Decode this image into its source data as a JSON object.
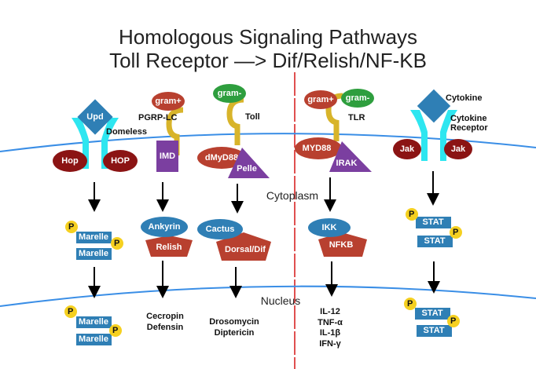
{
  "title": {
    "line1": "Homologous Signaling Pathways",
    "line2": "Toll Receptor —> Dif/Relish/NF-KB"
  },
  "regions": {
    "cytoplasm": "Cytoplasm",
    "nucleus": "Nucleus"
  },
  "colors": {
    "membrane": "#3a8ee6",
    "divider": "#e05050",
    "dark_red": "#8b1414",
    "red": "#b8402f",
    "blue": "#2f7fb5",
    "purple": "#7b3fa0",
    "green": "#2e9e3e",
    "yellow": "#d8b42a",
    "cyan": "#2ee6f0",
    "phospho": "#f5d020"
  },
  "p1": {
    "ligand": "Upd",
    "receptor": "Domeless",
    "kinase1": "Hop",
    "kinase2": "HOP",
    "p": "P",
    "tf": "Marelle"
  },
  "p2": {
    "ligand": "gram+",
    "receptor": "PGRP-LC",
    "adaptor": "IMD",
    "inhibitor": "Ankyrin",
    "tf": "Relish",
    "out1": "Cecropin",
    "out2": "Defensin"
  },
  "p3": {
    "ligand": "gram-",
    "receptor": "Toll",
    "adaptor": "dMyD88",
    "kinase": "Pelle",
    "inhibitor": "Cactus",
    "tf": "Dorsal/Dif",
    "out1": "Drosomycin",
    "out2": "Diptericin"
  },
  "p4": {
    "ligand1": "gram+",
    "ligand2": "gram-",
    "receptor": "TLR",
    "adaptor": "MYD88",
    "kinase": "IRAK",
    "inhibitor": "IKK",
    "tf": "NFKB",
    "out1": "IL-12",
    "out2": "TNF-α",
    "out3": "IL-1β",
    "out4": "IFN-γ"
  },
  "p5": {
    "ligand": "Cytokine",
    "receptor1": "Cytokine",
    "receptor2": "Receptor",
    "kinase": "Jak",
    "p": "P",
    "tf": "STAT"
  }
}
